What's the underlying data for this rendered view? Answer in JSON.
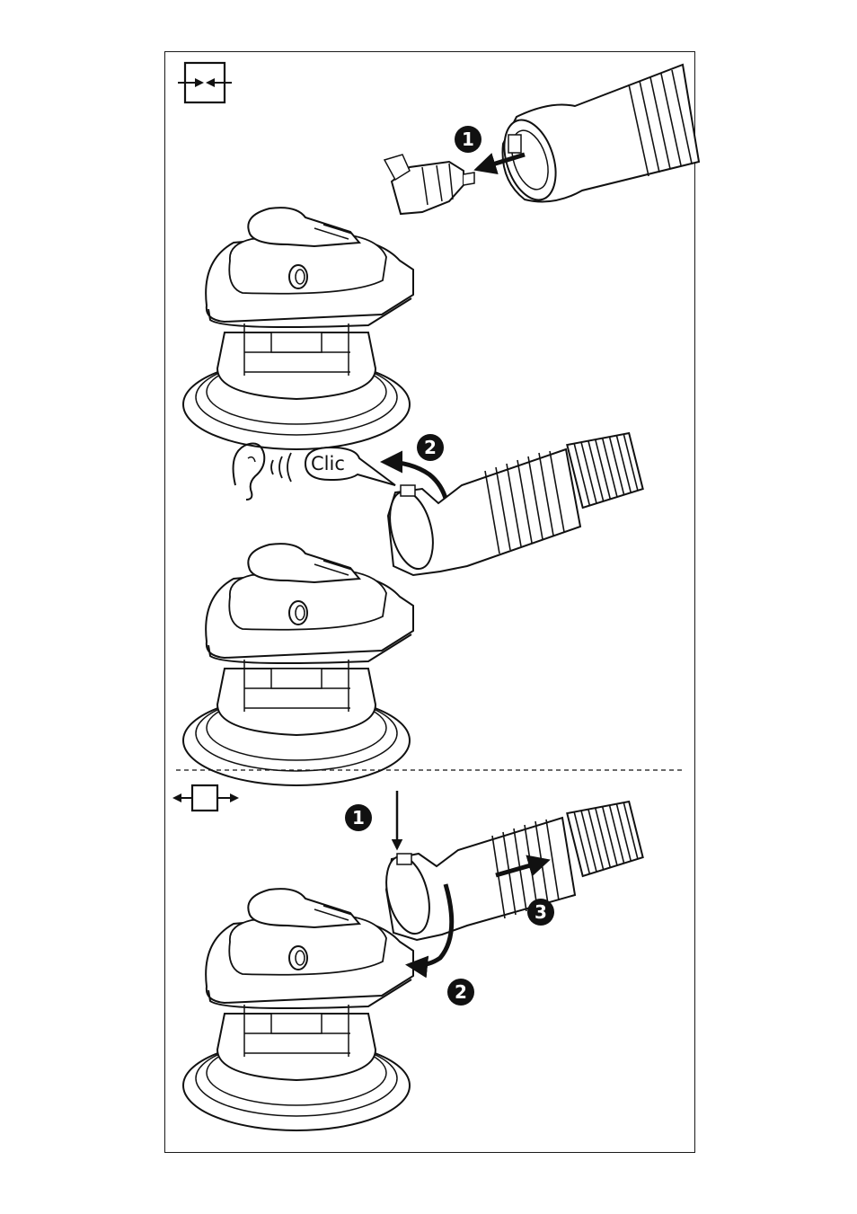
{
  "connect_section": {
    "symbol": "connect-symbol-icon",
    "steps": [
      "1",
      "2"
    ],
    "sound_label": "Clic"
  },
  "disconnect_section": {
    "symbol": "disconnect-symbol-icon",
    "steps": [
      "1",
      "2",
      "3"
    ]
  },
  "colors": {
    "line": "#111111",
    "fill": "#ffffff",
    "badge": "#111111"
  }
}
